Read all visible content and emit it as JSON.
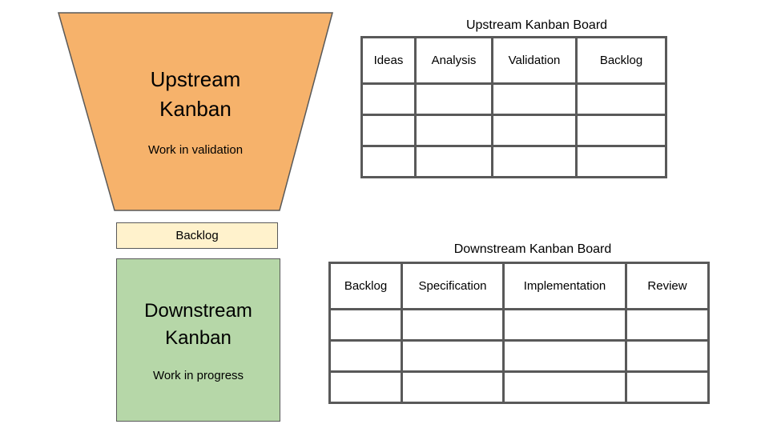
{
  "funnel": {
    "line1": "Upstream",
    "line2": "Kanban",
    "subtitle": "Work in validation",
    "fill": "#F6B26B",
    "stroke": "#595959"
  },
  "backlog_bar": {
    "label": "Backlog",
    "fill": "#FFF2CC",
    "stroke": "#595959"
  },
  "downstream_box": {
    "line1": "Downstream",
    "line2": "Kanban",
    "subtitle": "Work in progress",
    "fill": "#B6D7A8",
    "stroke": "#595959"
  },
  "upstream_board": {
    "title": "Upstream Kanban Board",
    "headers": [
      "Ideas",
      "Analysis",
      "Validation",
      "Backlog"
    ],
    "empty_rows": 3,
    "border_color": "#595959",
    "cell_fill": "#FFFFFF"
  },
  "downstream_board": {
    "title": "Downstream Kanban Board",
    "headers": [
      "Backlog",
      "Specification",
      "Implementation",
      "Review"
    ],
    "empty_rows": 3,
    "border_color": "#595959",
    "cell_fill": "#FFFFFF"
  }
}
